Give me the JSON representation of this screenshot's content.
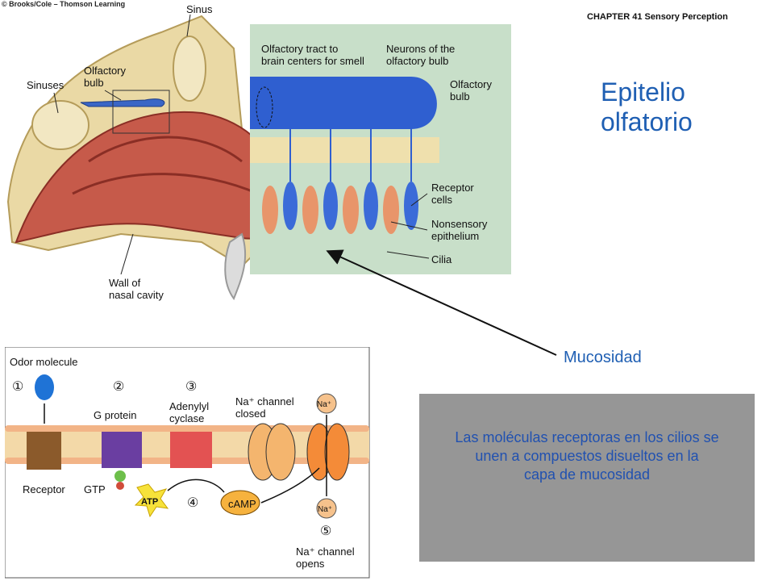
{
  "header": {
    "copyright": "© Brooks/Cole – Thomson Learning",
    "chapter": "CHAPTER 41 Sensory Perception"
  },
  "slide": {
    "title_line1": "Epitelio",
    "title_line2": "olfatorio",
    "callout": "Mucosidad",
    "note_line1": "Las moléculas receptoras en los cilios se",
    "note_line2": "unen a compuestos disueltos en la",
    "note_line3": "capa de mucosidad"
  },
  "nose_diagram": {
    "sinus": "Sinus",
    "sinuses": "Sinuses",
    "olfactory_bulb_1": "Olfactory",
    "olfactory_bulb_2": "bulb",
    "wall_1": "Wall of",
    "wall_2": "nasal cavity"
  },
  "epithelium_inset": {
    "tract_1": "Olfactory tract to",
    "tract_2": "brain centers for smell",
    "neurons_1": "Neurons of the",
    "neurons_2": "olfactory bulb",
    "bulb_1": "Olfactory",
    "bulb_2": "bulb",
    "receptor_1": "Receptor",
    "receptor_2": "cells",
    "nonsensory_1": "Nonsensory",
    "nonsensory_2": "epithelium",
    "cilia": "Cilia"
  },
  "transduction": {
    "odor": "Odor molecule",
    "step1": "①",
    "step2": "②",
    "step3": "③",
    "step4": "④",
    "step5": "⑤",
    "g_protein": "G protein",
    "adenylyl_1": "Adenylyl",
    "adenylyl_2": "cyclase",
    "channel_closed_1": "Na⁺ channel",
    "channel_closed_2": "closed",
    "receptor": "Receptor",
    "gtp": "GTP",
    "atp": "ATP",
    "camp": "cAMP",
    "na": "Na⁺",
    "channel_opens_1": "Na⁺ channel",
    "channel_opens_2": "opens"
  },
  "colors": {
    "title_blue": "#1f5fb3",
    "note_box": "#969696",
    "inset_bg": "#c8dfc9",
    "neuron_blue": "#2f5fd0",
    "tissue_red": "#c0504d"
  }
}
